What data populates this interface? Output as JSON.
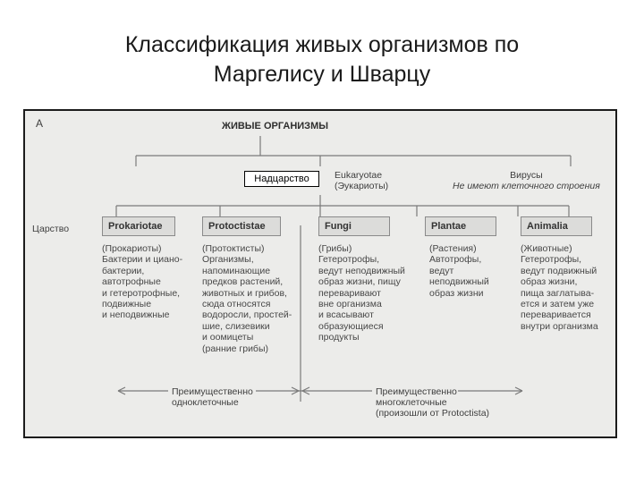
{
  "title": [
    "Классификация живых организмов по",
    "Маргелису и Шварцу"
  ],
  "figure_letter": "А",
  "root": "ЖИВЫЕ ОРГАНИЗМЫ",
  "superkingdom_label": "Надцарство",
  "eukaryotae": [
    "Eukaryotae",
    "(Эукариоты)"
  ],
  "viruses": [
    "Вирусы",
    "Не имеют клеточного строения"
  ],
  "kingdom_label": "Царство",
  "kingdoms": [
    {
      "name": "Prokariotae",
      "desc": [
        "(Прокариоты)",
        "Бактерии и циано-",
        "бактерии,",
        "автотрофные",
        "и гетеротрофные,",
        "подвижные",
        "и неподвижные"
      ]
    },
    {
      "name": "Protoctistae",
      "desc": [
        "(Протоктисты)",
        "Организмы,",
        "напоминающие",
        "предков растений,",
        "животных и грибов,",
        "сюда относятся",
        "водоросли, простей-",
        "шие, слизевики",
        "и оомицеты",
        "(ранние грибы)"
      ]
    },
    {
      "name": "Fungi",
      "desc": [
        "(Грибы)",
        "Гетеротрофы,",
        "ведут неподвижный",
        "образ жизни, пищу",
        "переваривают",
        "вне организма",
        "и всасывают",
        "образующиеся",
        "продукты"
      ]
    },
    {
      "name": "Plantae",
      "desc": [
        "(Растения)",
        "Автотрофы,",
        "ведут",
        "неподвижный",
        "образ жизни"
      ]
    },
    {
      "name": "Animalia",
      "desc": [
        "(Животные)",
        "Гетеротрофы,",
        "ведут подвижный",
        "образ жизни,",
        "пища заглатыва-",
        "ется и затем уже",
        "переваривается",
        "внутри организма"
      ]
    }
  ],
  "unicellular": [
    "Преимущественно",
    "одноклеточные"
  ],
  "multicellular": [
    "Преимущественно",
    "многоклеточные",
    "(произошли от Protoctista)"
  ]
}
